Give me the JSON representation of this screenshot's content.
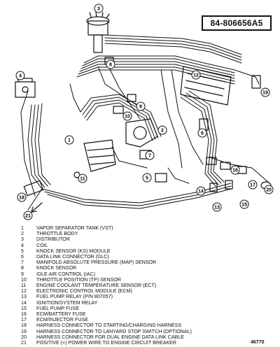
{
  "part_number": "84-806656A5",
  "figure_id": "46770",
  "callouts": [
    "1",
    "2",
    "3",
    "4",
    "5",
    "6",
    "7",
    "8",
    "9",
    "10",
    "11",
    "12",
    "13",
    "14",
    "15",
    "16",
    "17",
    "18",
    "19",
    "20",
    "21"
  ],
  "legend": [
    {
      "num": "1",
      "desc": "VAPOR SEPARATOR TANK (VST)"
    },
    {
      "num": "2",
      "desc": "THROTTLE BODY"
    },
    {
      "num": "3",
      "desc": "DISTRIBUTOR"
    },
    {
      "num": "4",
      "desc": "COIL"
    },
    {
      "num": "5",
      "desc": "KNOCK SENSOR (KS) MODULE"
    },
    {
      "num": "6",
      "desc": "DATA LINK CONNECTOR (DLC)"
    },
    {
      "num": "7",
      "desc": "MANIFOLD ABSOLUTE PRESSURE (MAP) SENSOR"
    },
    {
      "num": "8",
      "desc": "KNOCK SENSOR"
    },
    {
      "num": "9",
      "desc": "IDLE AIR CONTROL (IAC)"
    },
    {
      "num": "10",
      "desc": "THROTTLE POSITION (TP) SENSOR"
    },
    {
      "num": "11",
      "desc": "ENGINE COOLANT TEMPERATURE SENSOR (ECT)"
    },
    {
      "num": "12",
      "desc": "ELECTRONIC CONTROL MODULE (ECM)"
    },
    {
      "num": "13",
      "desc": "FUEL PUMP RELAY (P/N 807057)"
    },
    {
      "num": "14",
      "desc": "IGNITION/SYSTEM RELAY"
    },
    {
      "num": "15",
      "desc": "FUEL PUMP FUSE"
    },
    {
      "num": "16",
      "desc": "ECM/BATTERY FUSE"
    },
    {
      "num": "17",
      "desc": "ECM/INJECTOR FUSE"
    },
    {
      "num": "18",
      "desc": "HARNESS CONNECTOR TO STARTING/CHARGING HARNESS"
    },
    {
      "num": "19",
      "desc": "HARNESS CONNECTOR TO LANYARD STOP SWITCH (OPTIONAL)"
    },
    {
      "num": "20",
      "desc": "HARNESS CONNECTOR FOR DUAL ENGINE DATA LINK CABLE"
    },
    {
      "num": "21",
      "desc": "POSITIVE (+) POWER WIRE TO ENGINE CIRCUIT BREAKER"
    }
  ]
}
